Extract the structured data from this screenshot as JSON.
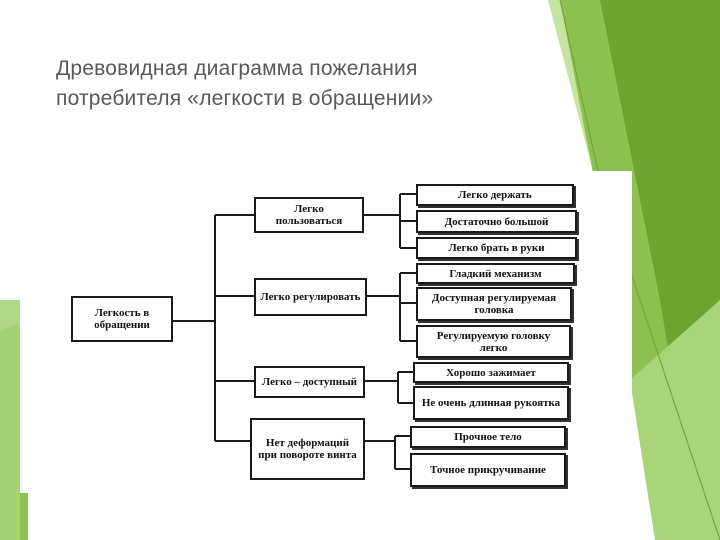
{
  "slide": {
    "title": "Древовидная диаграмма пожелания потребителя «легкости в обращении»"
  },
  "tree": {
    "root": "Легкость в обращении",
    "branches": [
      {
        "label": "Легко пользоваться",
        "children": [
          "Легко держать",
          "Достаточно большой",
          "Легко брать в руки"
        ]
      },
      {
        "label": "Легко регулировать",
        "children": [
          "Гладкий механизм",
          "Доступная регулируемая головка",
          "Регулируемую головку легко"
        ]
      },
      {
        "label": "Легко – доступный",
        "children": [
          "Хорошо зажимает",
          "Не очень длинная рукоятка"
        ]
      },
      {
        "label": "Нет деформаций при повороте винта",
        "children": [
          "Прочное тело",
          "Точное прикручивание"
        ]
      }
    ]
  },
  "colors": {
    "slide_background": "#ffffff",
    "title_text": "#595959",
    "accent_light_green": "#a9d47a",
    "accent_mid_green": "#8cc152",
    "accent_dark_green": "#6da32f",
    "diagram_lines": "#1a1a1a"
  }
}
